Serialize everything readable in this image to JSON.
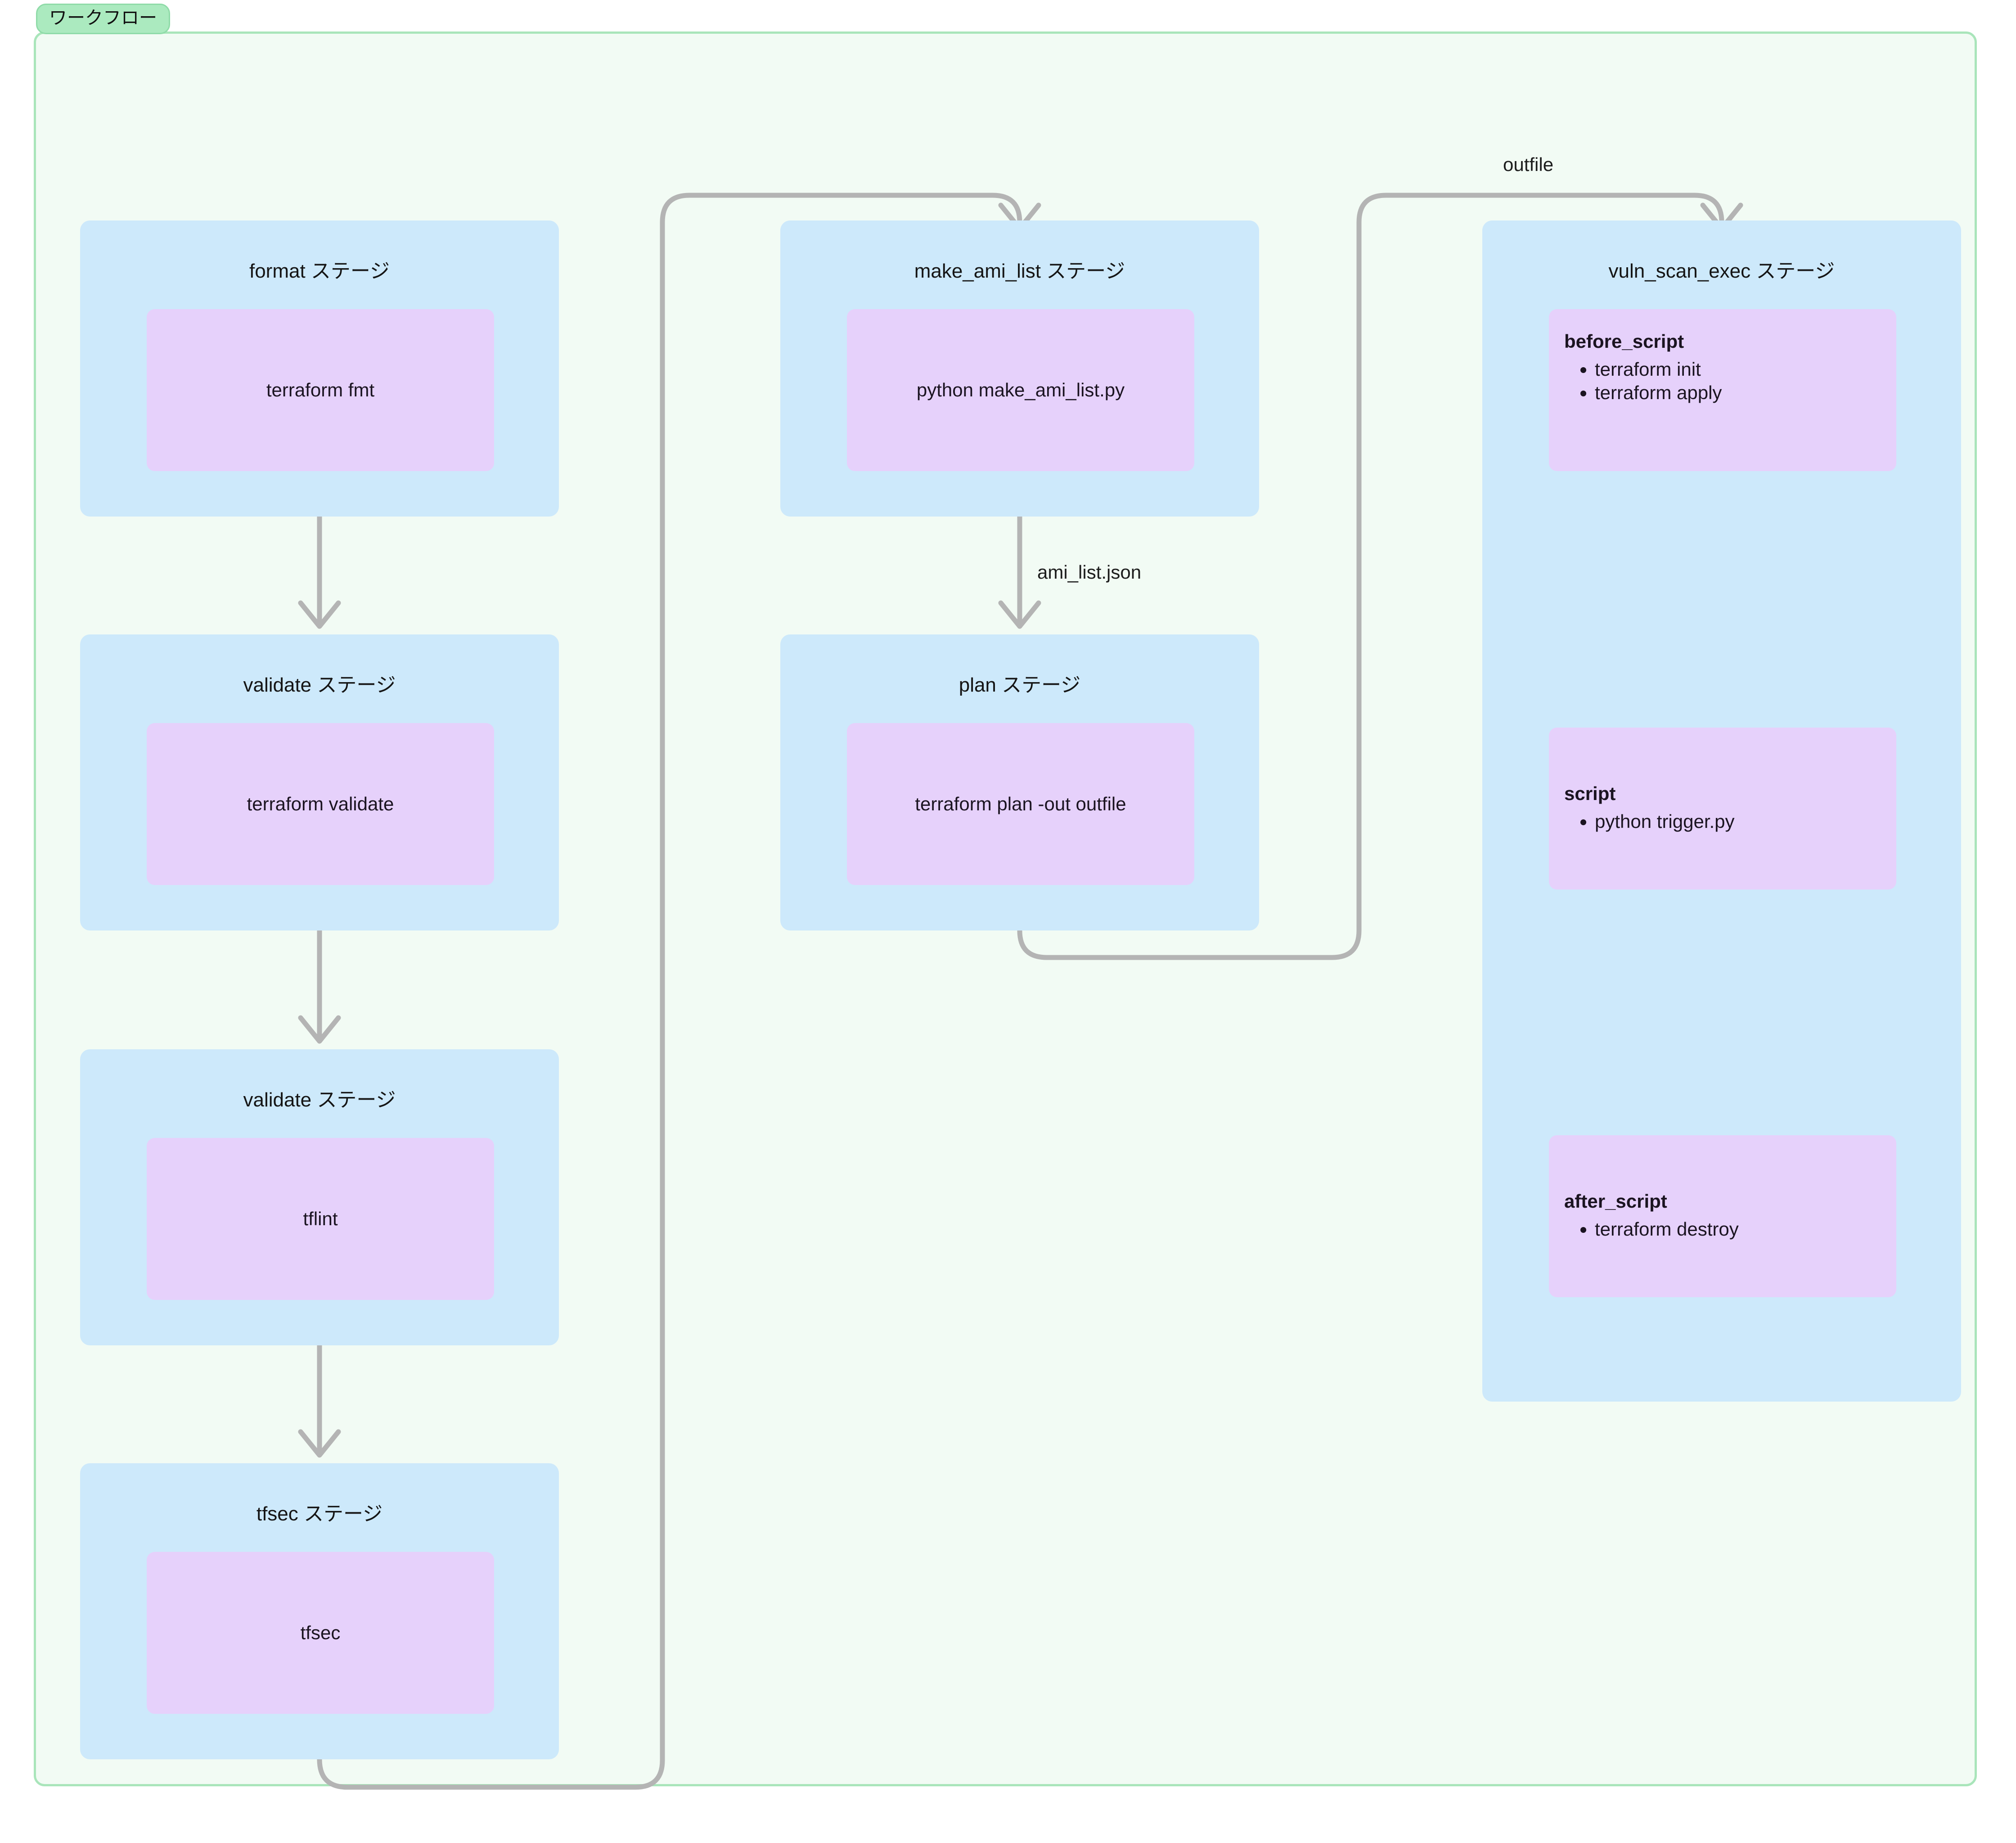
{
  "workflow": {
    "badge_label": "ワークフロー",
    "colors": {
      "frame_border": "#a9e5ba",
      "frame_background": "#f2fbf4",
      "badge_background": "#abeabf",
      "stage_background": "#cde9fb",
      "job_background": "#e6d1fb",
      "edge_stroke": "#b4b4b4",
      "text": "#151515"
    }
  },
  "stages": [
    {
      "id": "format",
      "title": "format ステージ",
      "job": {
        "kind": "single",
        "label": "terraform fmt"
      }
    },
    {
      "id": "validate-terraform",
      "title": "validate ステージ",
      "job": {
        "kind": "single",
        "label": "terraform validate"
      }
    },
    {
      "id": "validate-tflint",
      "title": "validate ステージ",
      "job": {
        "kind": "single",
        "label": "tflint"
      }
    },
    {
      "id": "tfsec",
      "title": "tfsec ステージ",
      "job": {
        "kind": "single",
        "label": "tfsec"
      }
    },
    {
      "id": "make-ami-list",
      "title": "make_ami_list ステージ",
      "job": {
        "kind": "single",
        "label": "python make_ami_list.py"
      }
    },
    {
      "id": "plan",
      "title": "plan ステージ",
      "job": {
        "kind": "single",
        "label": "terraform plan -out outfile"
      }
    },
    {
      "id": "vuln-scan-exec",
      "title": "vuln_scan_exec ステージ",
      "jobs": [
        {
          "kind": "block",
          "heading": "before_script",
          "items": [
            "terraform init",
            "terraform apply"
          ]
        },
        {
          "kind": "block",
          "heading": "script",
          "items": [
            "python trigger.py"
          ]
        },
        {
          "kind": "block",
          "heading": "after_script",
          "items": [
            "terraform destroy"
          ]
        }
      ]
    }
  ],
  "edges": [
    {
      "id": "format-to-validate",
      "from": "format",
      "to": "validate-terraform",
      "label": ""
    },
    {
      "id": "validate-to-tflint",
      "from": "validate-terraform",
      "to": "validate-tflint",
      "label": ""
    },
    {
      "id": "tflint-to-tfsec",
      "from": "validate-tflint",
      "to": "tfsec",
      "label": ""
    },
    {
      "id": "tfsec-to-make-ami-list",
      "from": "tfsec",
      "to": "make-ami-list",
      "label": ""
    },
    {
      "id": "make-ami-list-to-plan",
      "from": "make-ami-list",
      "to": "plan",
      "label": "ami_list.json"
    },
    {
      "id": "plan-to-vuln-scan-exec",
      "from": "plan",
      "to": "vuln-scan-exec",
      "label": "outfile"
    }
  ]
}
